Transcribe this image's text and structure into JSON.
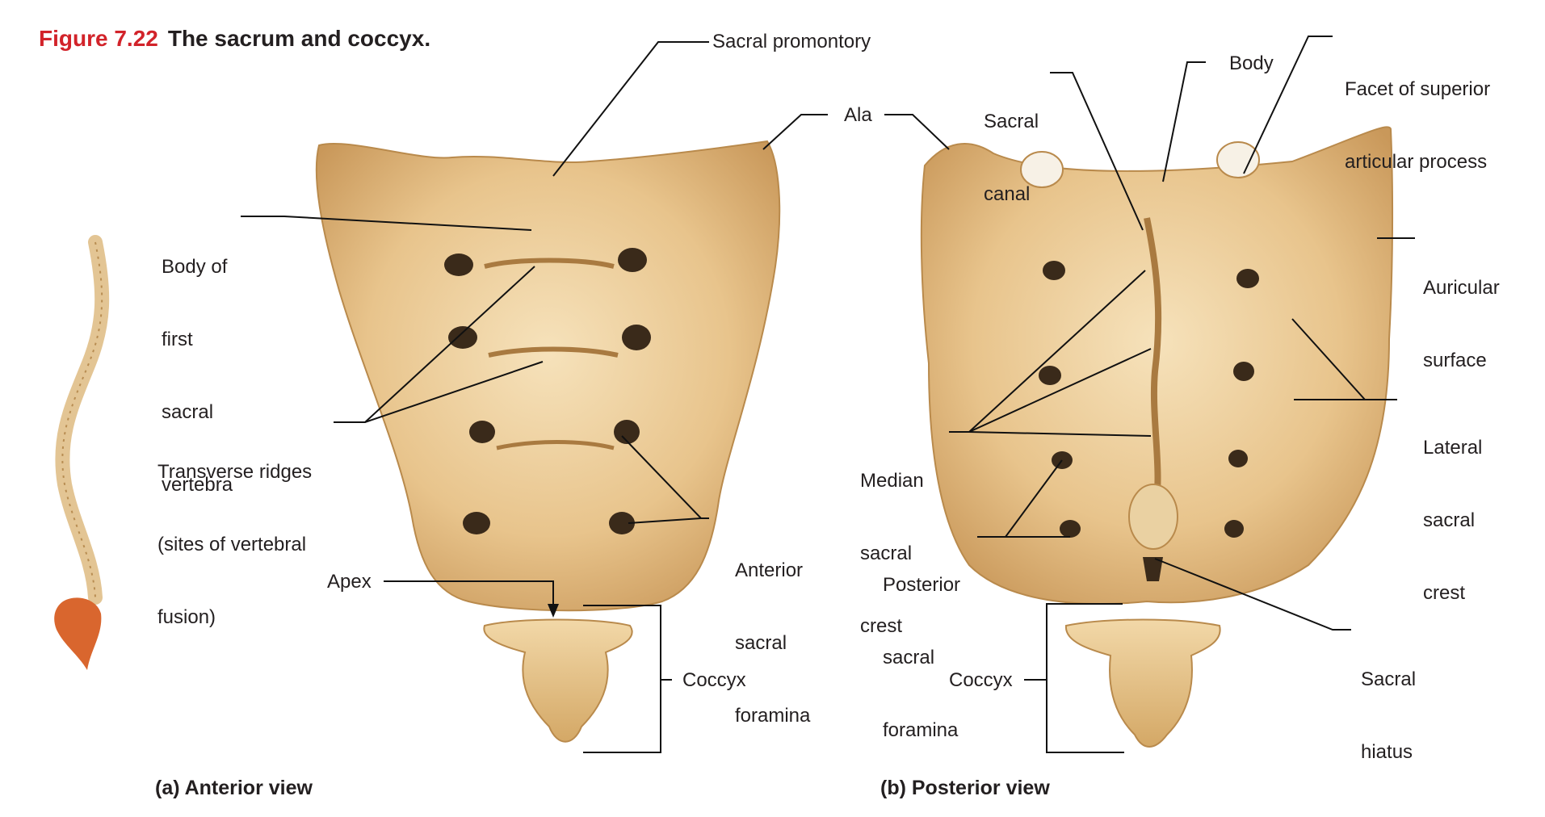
{
  "title": {
    "figure": "Figure 7.22",
    "caption": "The sacrum and coccyx."
  },
  "labels": {
    "sacral_promontory": "Sacral promontory",
    "ala": "Ala",
    "body_first": [
      "Body of",
      "first",
      "sacral",
      "vertebra"
    ],
    "transverse": [
      "Transverse ridges",
      "(sites of vertebral",
      "fusion)"
    ],
    "anterior_foramina": [
      "Anterior",
      "sacral",
      "foramina"
    ],
    "apex": "Apex",
    "coccyx_a": "Coccyx",
    "sacral_canal": [
      "Sacral",
      "canal"
    ],
    "body": "Body",
    "facet": [
      "Facet of superior",
      "articular process"
    ],
    "auricular": [
      "Auricular",
      "surface"
    ],
    "lateral_crest": [
      "Lateral",
      "sacral",
      "crest"
    ],
    "median_crest": [
      "Median",
      "sacral",
      "crest"
    ],
    "posterior_foramina": [
      "Posterior",
      "sacral",
      "foramina"
    ],
    "sacral_hiatus": [
      "Sacral",
      "hiatus"
    ],
    "coccyx_b": "Coccyx"
  },
  "views": {
    "a": "(a) Anterior view",
    "b": "(b) Posterior view"
  },
  "colors": {
    "figure_red": "#d2232a",
    "bone": "#e8c48c",
    "bone_dark": "#b98a4c",
    "bone_light": "#f6e2bb",
    "spine_highlight": "#d9662e"
  }
}
